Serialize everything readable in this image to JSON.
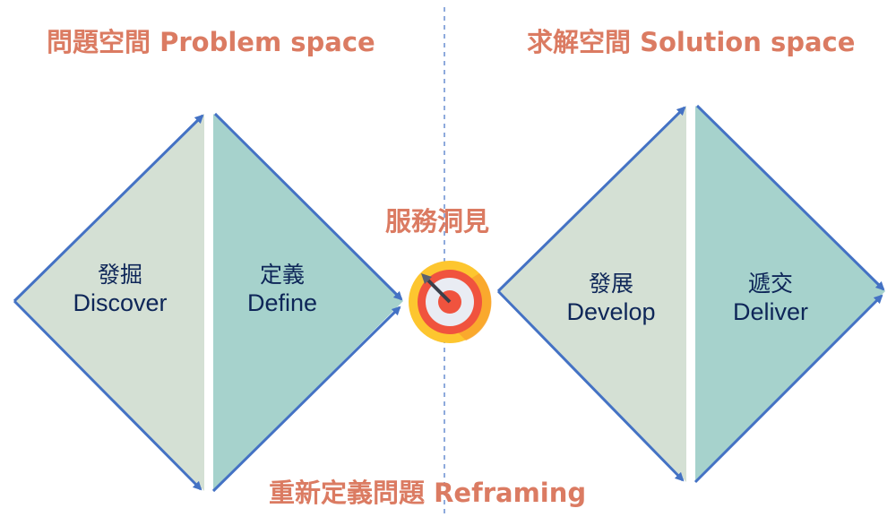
{
  "headers": {
    "problem_space": "問題空間 Problem space",
    "solution_space": "求解空間 Solution space",
    "insight": "服務洞見",
    "reframing": "重新定義問題 Reframing"
  },
  "phases": [
    {
      "zh": "發掘",
      "en": "Discover"
    },
    {
      "zh": "定義",
      "en": "Define"
    },
    {
      "zh": "發展",
      "en": "Develop"
    },
    {
      "zh": "遞交",
      "en": "Deliver"
    }
  ],
  "icons": {
    "center": "target-icon"
  },
  "colors": {
    "diverge_fill": "#d4e0d4",
    "converge_fill": "#a6d2cc",
    "arrow": "#4472c4",
    "heading": "#db7b62",
    "label": "#0e2658"
  }
}
